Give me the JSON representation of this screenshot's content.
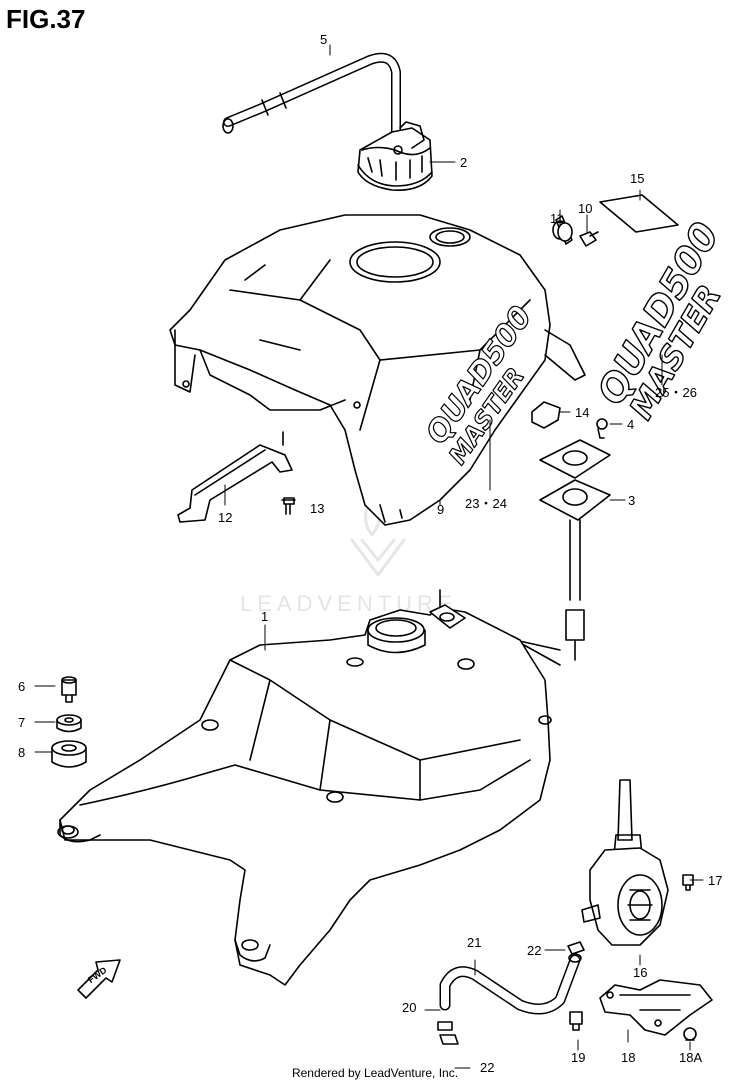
{
  "figure": {
    "title": "FIG.37"
  },
  "callouts": {
    "c1": "1",
    "c2": "2",
    "c3": "3",
    "c4": "4",
    "c5": "5",
    "c6": "6",
    "c7": "7",
    "c8": "8",
    "c9": "9",
    "c10": "10",
    "c11": "11",
    "c12": "12",
    "c13": "13",
    "c14": "14",
    "c15": "15",
    "c16": "16",
    "c17": "17",
    "c18": "18",
    "c18a": "18A",
    "c19": "19",
    "c20": "20",
    "c21": "21",
    "c22a": "22",
    "c22b": "22",
    "c2324": "23・24",
    "c2526": "25・26"
  },
  "decal_text": {
    "line1": "QUAD500",
    "line2": "MASTER"
  },
  "fwd_label": "FWD",
  "watermark": "LEADVENTURE",
  "footer": "Rendered by LeadVenture, Inc."
}
